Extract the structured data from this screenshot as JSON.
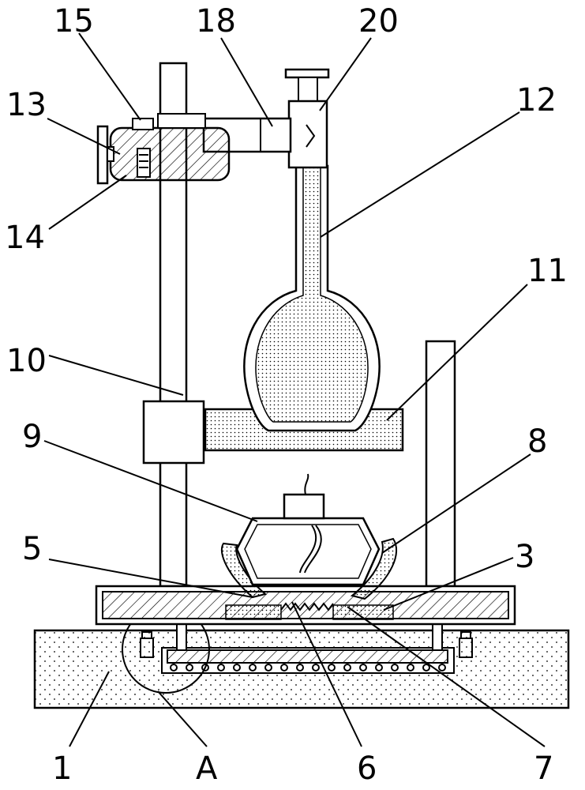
{
  "labels": {
    "l1": "1",
    "lA": "A",
    "l3": "3",
    "l5": "5",
    "l6": "6",
    "l7": "7",
    "l8": "8",
    "l9": "9",
    "l10": "10",
    "l11": "11",
    "l12": "12",
    "l13": "13",
    "l14": "14",
    "l15": "15",
    "l18": "18",
    "l20": "20"
  },
  "colors": {
    "stroke": "#000000",
    "background": "#ffffff"
  }
}
